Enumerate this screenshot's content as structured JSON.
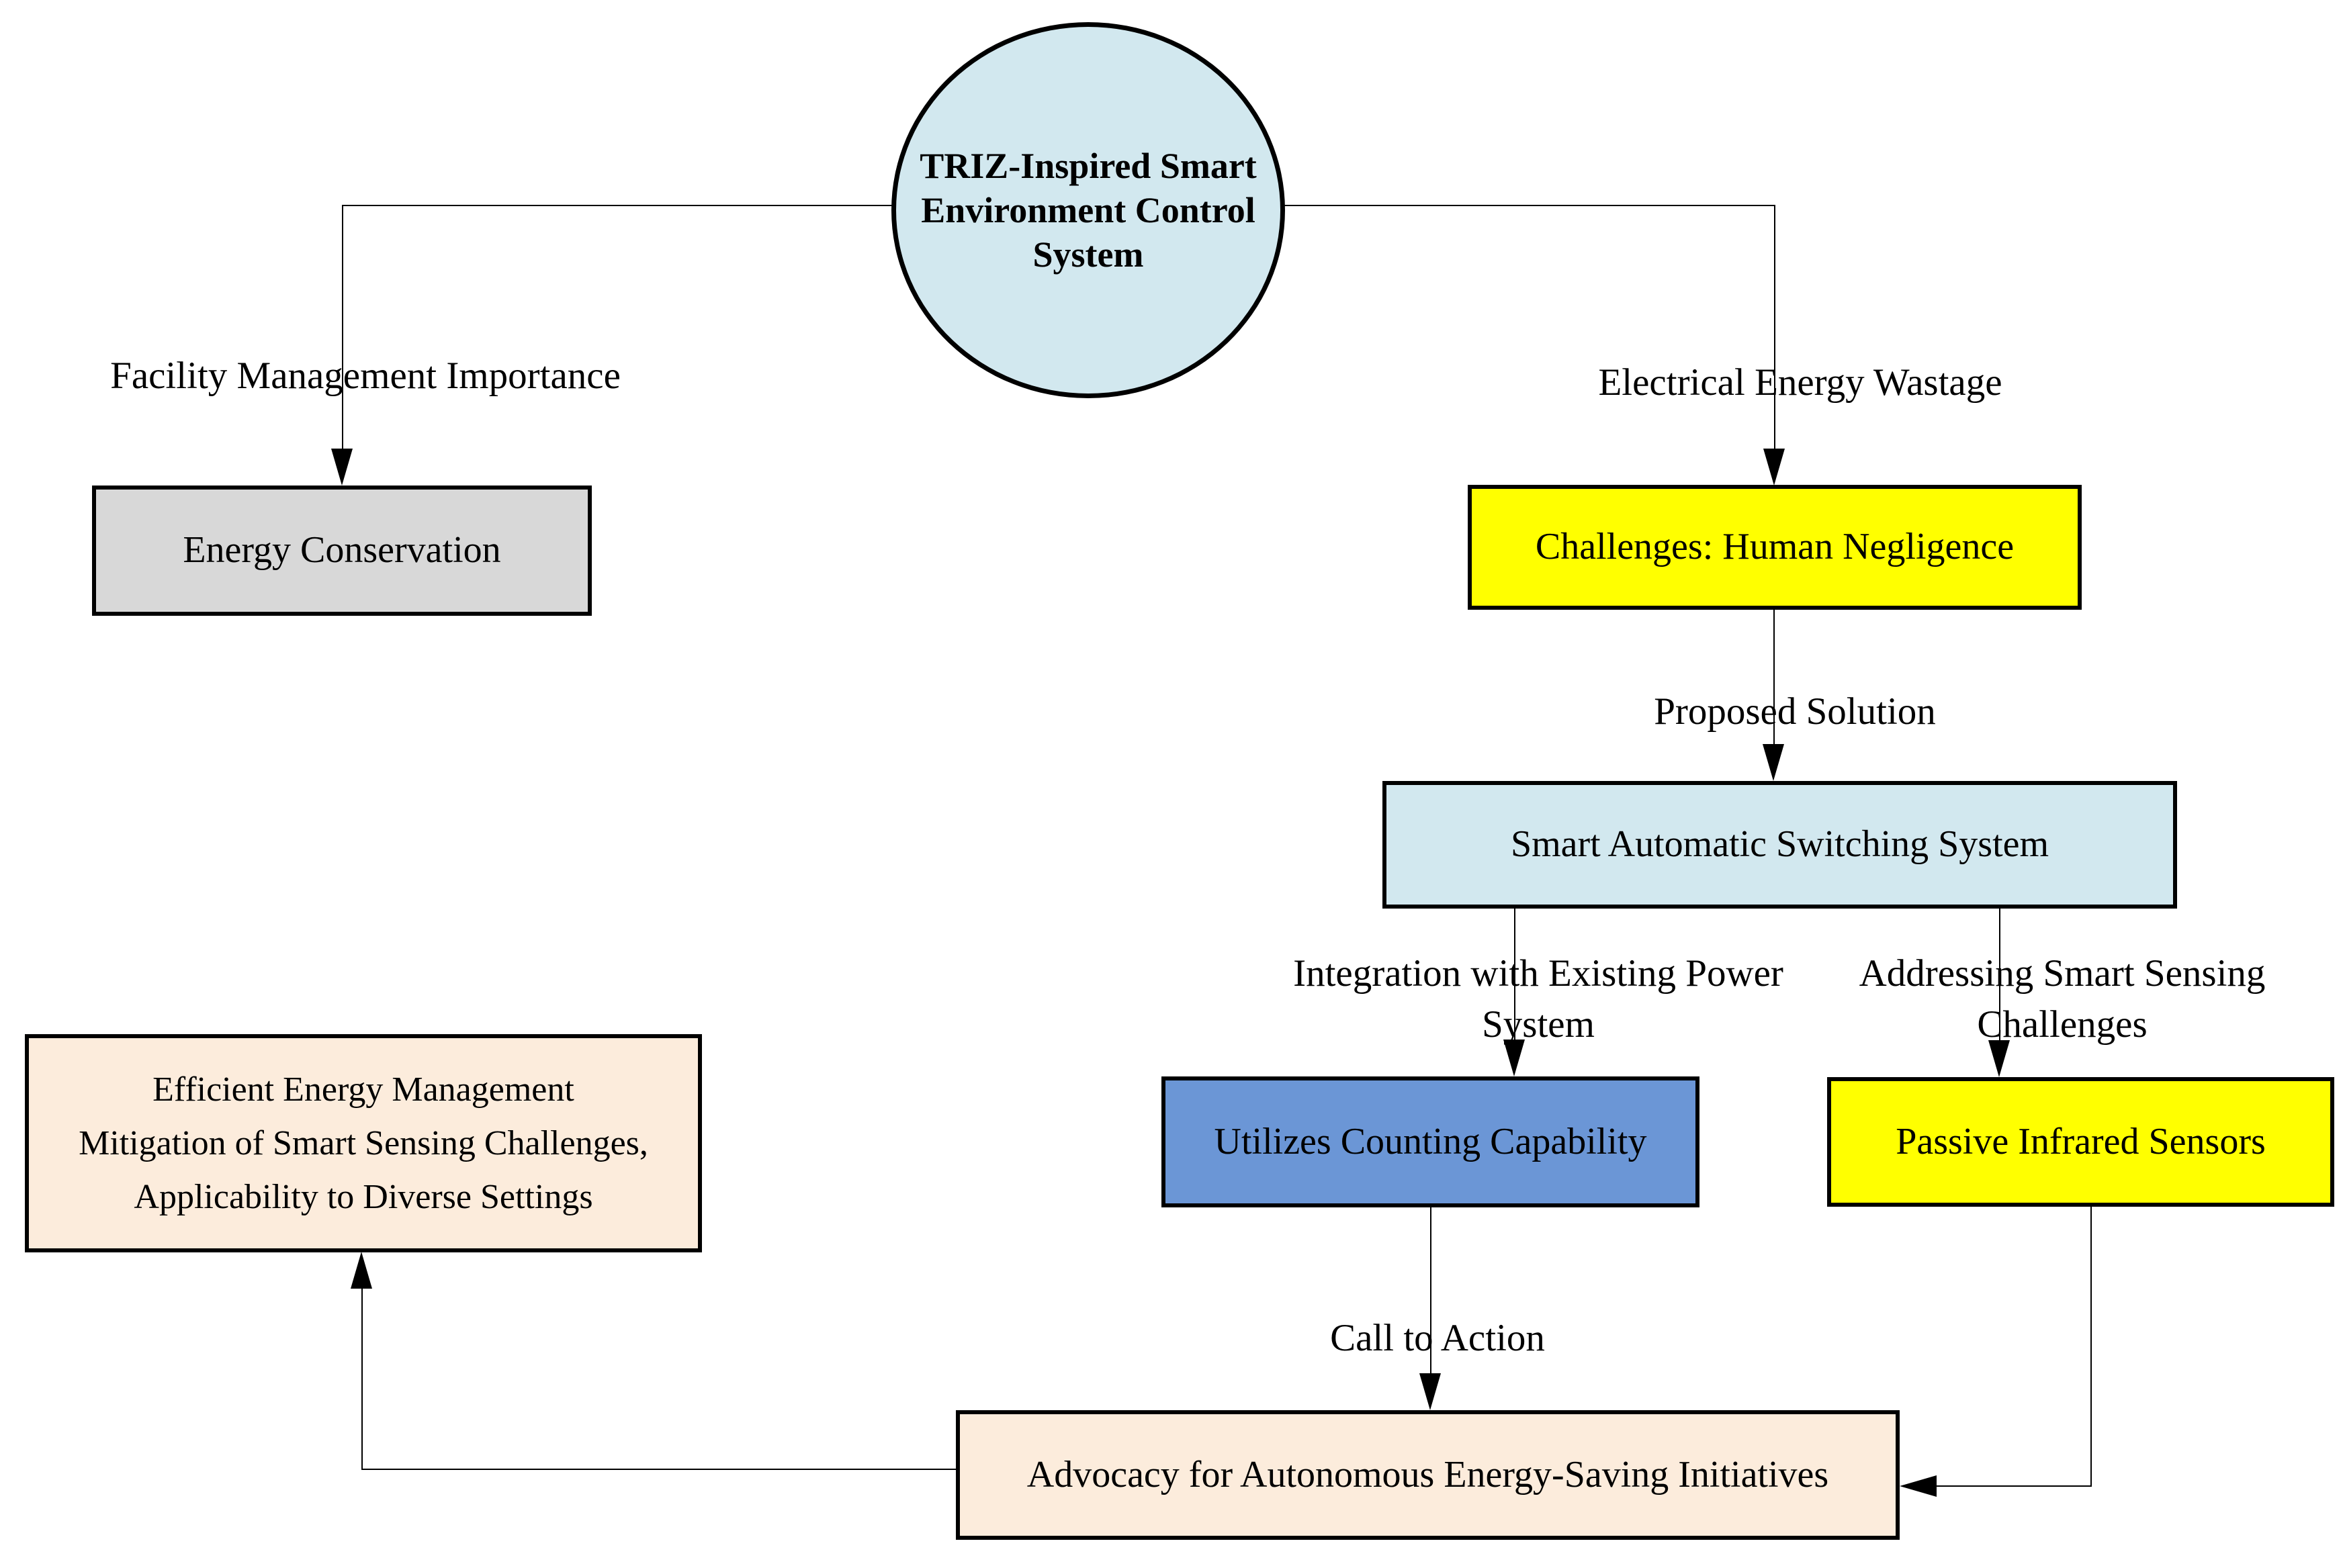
{
  "diagram": {
    "root_node": {
      "label_lines": [
        "TRIZ-Inspired Smart",
        "Environment Control",
        "System"
      ],
      "shape": "ellipse",
      "fill": "#d2e8ef"
    },
    "nodes": {
      "energy_conservation": {
        "label": "Energy Conservation",
        "fill": "#d8d8d8"
      },
      "challenges": {
        "label": "Challenges: Human Negligence",
        "fill": "#ffff00"
      },
      "smart_switching": {
        "label": "Smart Automatic Switching System",
        "fill": "#d2e8ef"
      },
      "counting": {
        "label": "Utilizes Counting Capability",
        "fill": "#6b96d6"
      },
      "pir": {
        "label": "Passive Infrared Sensors",
        "fill": "#ffff00"
      },
      "advocacy": {
        "label": "Advocacy for Autonomous Energy-Saving Initiatives",
        "fill": "#fcecdc"
      },
      "outcomes": {
        "label_lines": [
          "Efficient Energy Management",
          "Mitigation of Smart Sensing Challenges,",
          "Applicability to Diverse Settings"
        ],
        "fill": "#fcecdc"
      }
    },
    "edge_labels": {
      "facility": "Facility Management Importance",
      "wastage": "Electrical Energy Wastage",
      "proposed": "Proposed Solution",
      "integration_lines": [
        "Integration with Existing Power",
        "System"
      ],
      "addressing_lines": [
        "Addressing Smart Sensing",
        "Challenges"
      ],
      "call": "Call to Action"
    },
    "colors": {
      "background": "#ffffff",
      "line": "#000000",
      "node_border": "#000000",
      "light_blue": "#d2e8ef",
      "gray": "#d8d8d8",
      "yellow": "#ffff00",
      "blue": "#6b96d6",
      "peach": "#fcecdc",
      "text": "#000000"
    }
  }
}
